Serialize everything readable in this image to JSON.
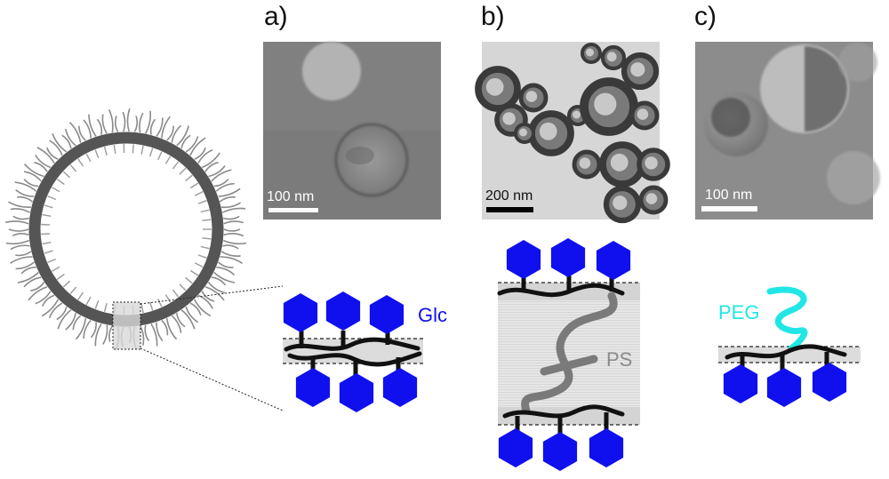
{
  "panels": {
    "a": {
      "label": "a)",
      "scale_bar": "100 nm",
      "block_label": "Glc"
    },
    "b": {
      "label": "b)",
      "scale_bar": "200 nm",
      "block_label": "PS"
    },
    "c": {
      "label": "c)",
      "scale_bar": "100 nm",
      "block_label": "PEG"
    }
  },
  "colors": {
    "glucose": "#1010ee",
    "peg": "#22e6e6",
    "ps_chain": "#7a7a7a",
    "membrane_band": "#dcdcdc",
    "backbone": "#111111",
    "vesicle_ring": "#555555"
  }
}
